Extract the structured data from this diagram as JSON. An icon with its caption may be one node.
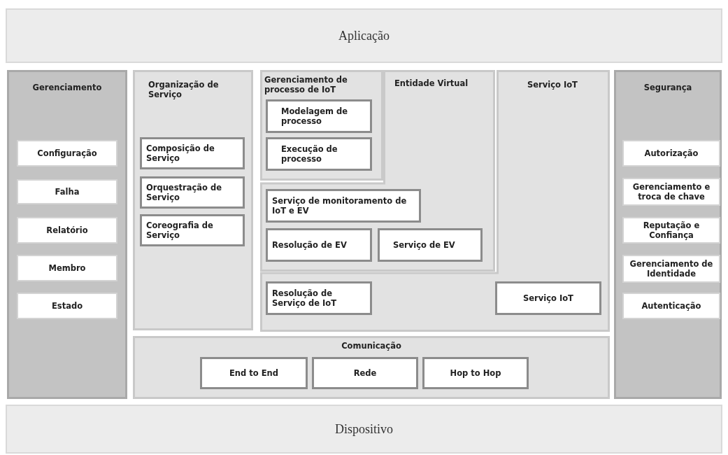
{
  "diagram": {
    "nodes": [
      {
        "text": [
          "Aplicação"
        ]
      },
      {
        "text": [
          "Gerenciamento"
        ]
      },
      {
        "text": [
          "Configuração"
        ],
        "in": 1
      },
      {
        "text": [
          "Falha"
        ],
        "in": 1
      },
      {
        "text": [
          "Relatório"
        ],
        "in": 1
      },
      {
        "text": [
          "Membro"
        ],
        "in": 1
      },
      {
        "text": [
          "Estado"
        ],
        "in": 1
      },
      {
        "text": [
          "Organização de Serviço"
        ]
      },
      {
        "text": [
          "Composição de Serviço"
        ],
        "in": 7
      },
      {
        "text": [
          "Orquestração de Serviço"
        ],
        "in": 7
      },
      {
        "text": [
          "Coreografia de Serviço"
        ],
        "in": 7
      },
      {
        "text": [
          "Gerenciamento de processo de IoT"
        ]
      },
      {
        "text": [
          "Modelagem de processo"
        ],
        "in": 11
      },
      {
        "text": [
          "Execução de processo"
        ],
        "in": 11
      },
      {
        "text": [
          "Entidade Virtual"
        ]
      },
      {
        "text": [
          "Serviço de monitoramento de IoT e EV"
        ],
        "in": 14
      },
      {
        "text": [
          "Resolução de EV"
        ],
        "in": 14
      },
      {
        "text": [
          "Serviço de EV"
        ],
        "in": 14
      },
      {
        "text": [
          "Serviço IoT"
        ]
      },
      {
        "text": [
          "Resolução de Serviço de IoT"
        ],
        "in": 18
      },
      {
        "text": [
          "Serviço IoT"
        ],
        "in": 18
      },
      {
        "text": [
          "Segurança"
        ]
      },
      {
        "text": [
          "Autorização"
        ],
        "in": 21
      },
      {
        "text": [
          "Gerenciamento e troca de chave"
        ],
        "in": 21
      },
      {
        "text": [
          "Reputação e Confiança"
        ],
        "in": 21
      },
      {
        "text": [
          "Gerenciamento de Identidade"
        ],
        "in": 21
      },
      {
        "text": [
          "Autenticação"
        ],
        "in": 21
      },
      {
        "text": [
          "Comunicação"
        ]
      },
      {
        "text": [
          "End to End"
        ],
        "in": 27
      },
      {
        "text": [
          "Rede"
        ],
        "in": 27
      },
      {
        "text": [
          "Hop to Hop"
        ],
        "in": 27
      },
      {
        "text": [
          "Dispositivo"
        ]
      }
    ]
  }
}
